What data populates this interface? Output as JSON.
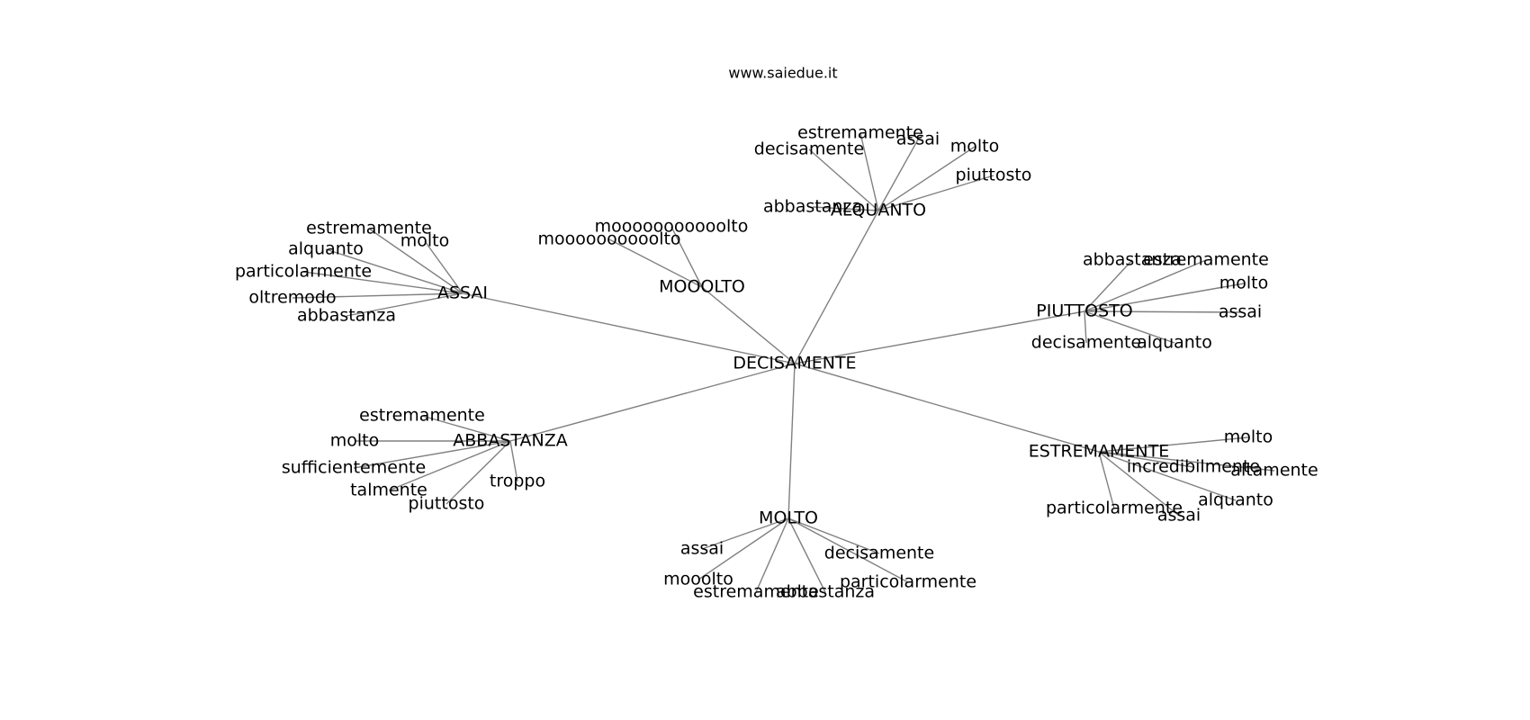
{
  "title": "www.saiedue.it",
  "edge_color": "#808080",
  "center": "DECISAMENTE",
  "hubs": [
    {
      "name": "ALQUANTO",
      "leaves": [
        "estremamente",
        "assai",
        "decisamente",
        "molto",
        "piuttosto",
        "abbastanza"
      ]
    },
    {
      "name": "MOOOLTO",
      "leaves": [
        "mooooooooooolto",
        "moooooooooolto"
      ]
    },
    {
      "name": "ASSAI",
      "leaves": [
        "estremamente",
        "molto",
        "alquanto",
        "particolarmente",
        "oltremodo",
        "abbastanza"
      ]
    },
    {
      "name": "PIUTTOSTO",
      "leaves": [
        "abbastanza",
        "estremamente",
        "molto",
        "assai",
        "decisamente",
        "alquanto"
      ]
    },
    {
      "name": "ABBASTANZA",
      "leaves": [
        "estremamente",
        "molto",
        "sufficientemente",
        "troppo",
        "talmente",
        "piuttosto"
      ]
    },
    {
      "name": "ESTREMAMENTE",
      "leaves": [
        "molto",
        "incredibilmente",
        "altamente",
        "alquanto",
        "particolarmente",
        "assai"
      ]
    },
    {
      "name": "MOLTO",
      "leaves": [
        "assai",
        "decisamente",
        "mooolto",
        "particolarmente",
        "estremamente",
        "abbastanza"
      ]
    }
  ]
}
